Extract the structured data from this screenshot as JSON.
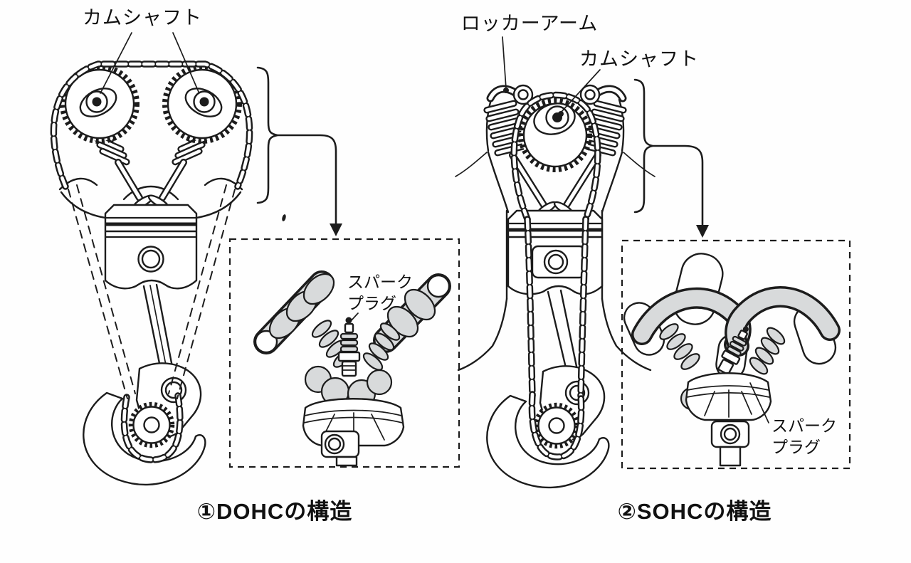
{
  "figure": {
    "background": "#fefefe",
    "ink_color": "#1c1c1c",
    "shade_color": "#d8dadb",
    "dohc": {
      "camshaft_label": "カムシャフト",
      "caption": "①DOHCの構造",
      "inset": {
        "sparkplug_line1": "スパーク",
        "sparkplug_line2": "プラグ"
      }
    },
    "sohc": {
      "rocker_arm_label": "ロッカーアーム",
      "camshaft_label": "カムシャフト",
      "caption": "②SOHCの構造",
      "inset": {
        "sparkplug_line1": "スパーク",
        "sparkplug_line2": "プラグ"
      }
    }
  }
}
